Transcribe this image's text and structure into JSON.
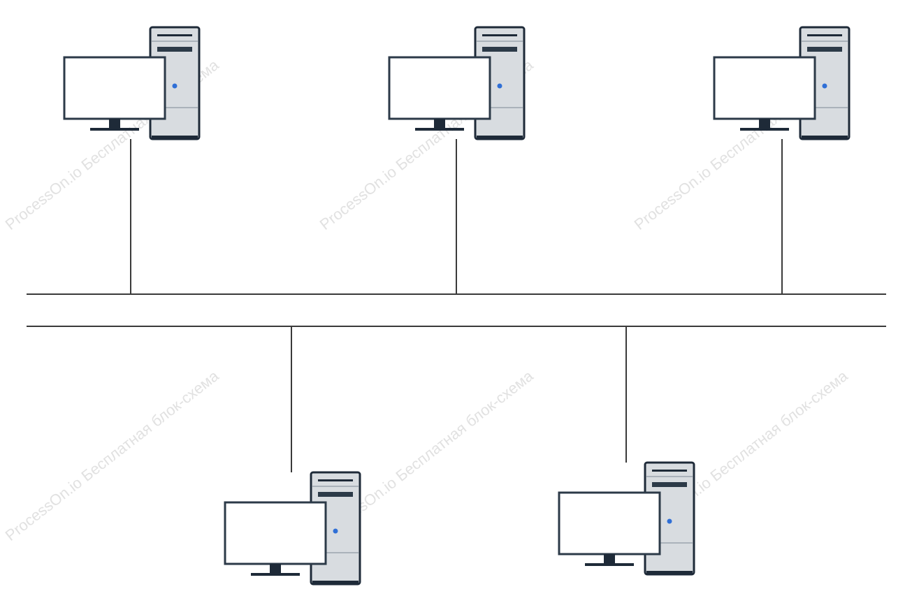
{
  "watermark": {
    "text": "ProcessOn.io Бесплатная блок-схема",
    "color": "#c9c9c9"
  },
  "colors": {
    "line": "#3a3a3a",
    "tower_body": "#d8dce0",
    "tower_frame": "#1e2a38",
    "monitor_frame": "#2c3a48",
    "monitor_screen": "#ffffff",
    "power_led": "#2f6fd6"
  },
  "diagram": {
    "topology": "bus",
    "backbone_lines": 2,
    "computers_upper": 3,
    "computers_lower": 2
  }
}
